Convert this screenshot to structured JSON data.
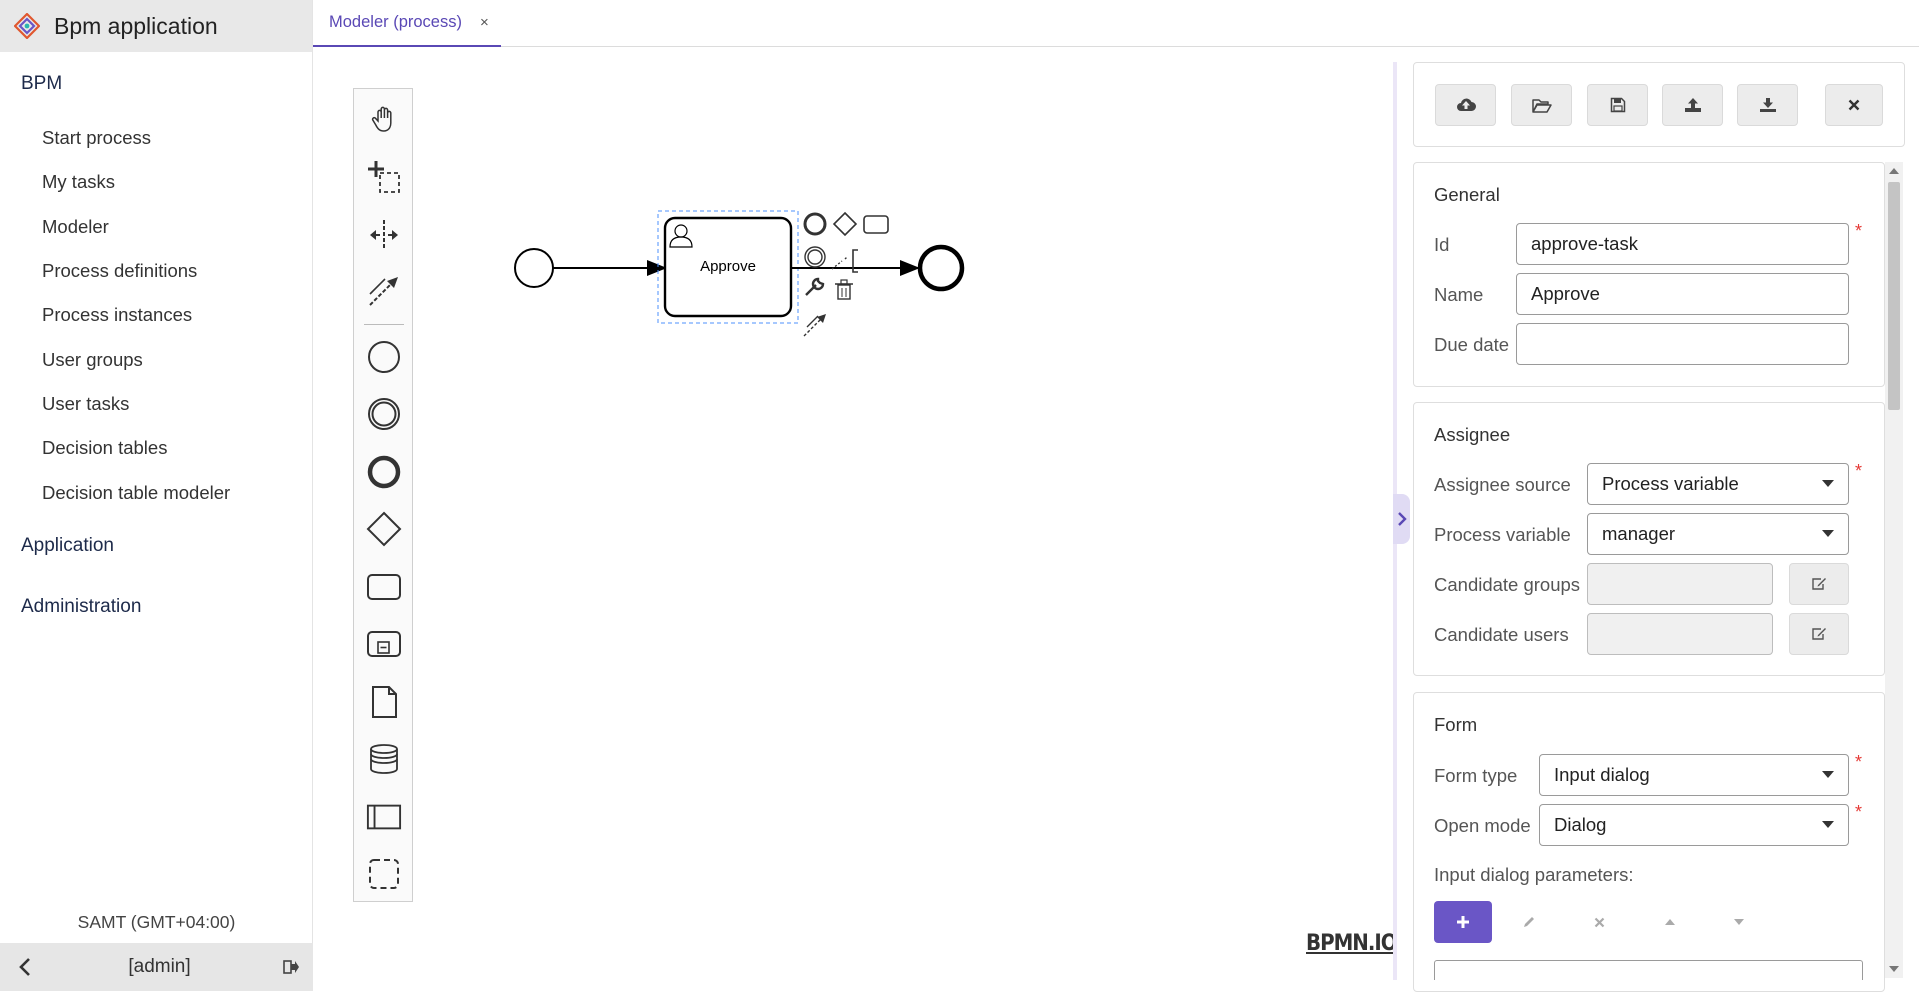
{
  "app": {
    "title": "Bpm application"
  },
  "sidebar": {
    "groups": [
      {
        "label": "BPM"
      },
      {
        "label": "Application"
      },
      {
        "label": "Administration"
      }
    ],
    "items": [
      {
        "label": "Start process"
      },
      {
        "label": "My tasks"
      },
      {
        "label": "Modeler"
      },
      {
        "label": "Process definitions"
      },
      {
        "label": "Process instances"
      },
      {
        "label": "User groups"
      },
      {
        "label": "User tasks"
      },
      {
        "label": "Decision tables"
      },
      {
        "label": "Decision table modeler"
      }
    ],
    "timezone": "SAMT (GMT+04:00)",
    "user": "[admin]"
  },
  "tabs": [
    {
      "label": "Modeler (process)",
      "close": "×"
    }
  ],
  "diagram": {
    "task_label": "Approve"
  },
  "bpmn_logo": "BPMN.IO",
  "properties": {
    "general": {
      "title": "General",
      "id_label": "Id",
      "id_value": "approve-task",
      "name_label": "Name",
      "name_value": "Approve",
      "due_label": "Due date",
      "due_value": ""
    },
    "assignee": {
      "title": "Assignee",
      "source_label": "Assignee source",
      "source_value": "Process variable",
      "variable_label": "Process variable",
      "variable_value": "manager",
      "groups_label": "Candidate groups",
      "users_label": "Candidate users"
    },
    "form": {
      "title": "Form",
      "type_label": "Form type",
      "type_value": "Input dialog",
      "mode_label": "Open mode",
      "mode_value": "Dialog",
      "params_label": "Input dialog parameters:"
    }
  },
  "colors": {
    "accent": "#5a48b5",
    "primary_button": "#6a56c6",
    "required": "#e53935"
  }
}
